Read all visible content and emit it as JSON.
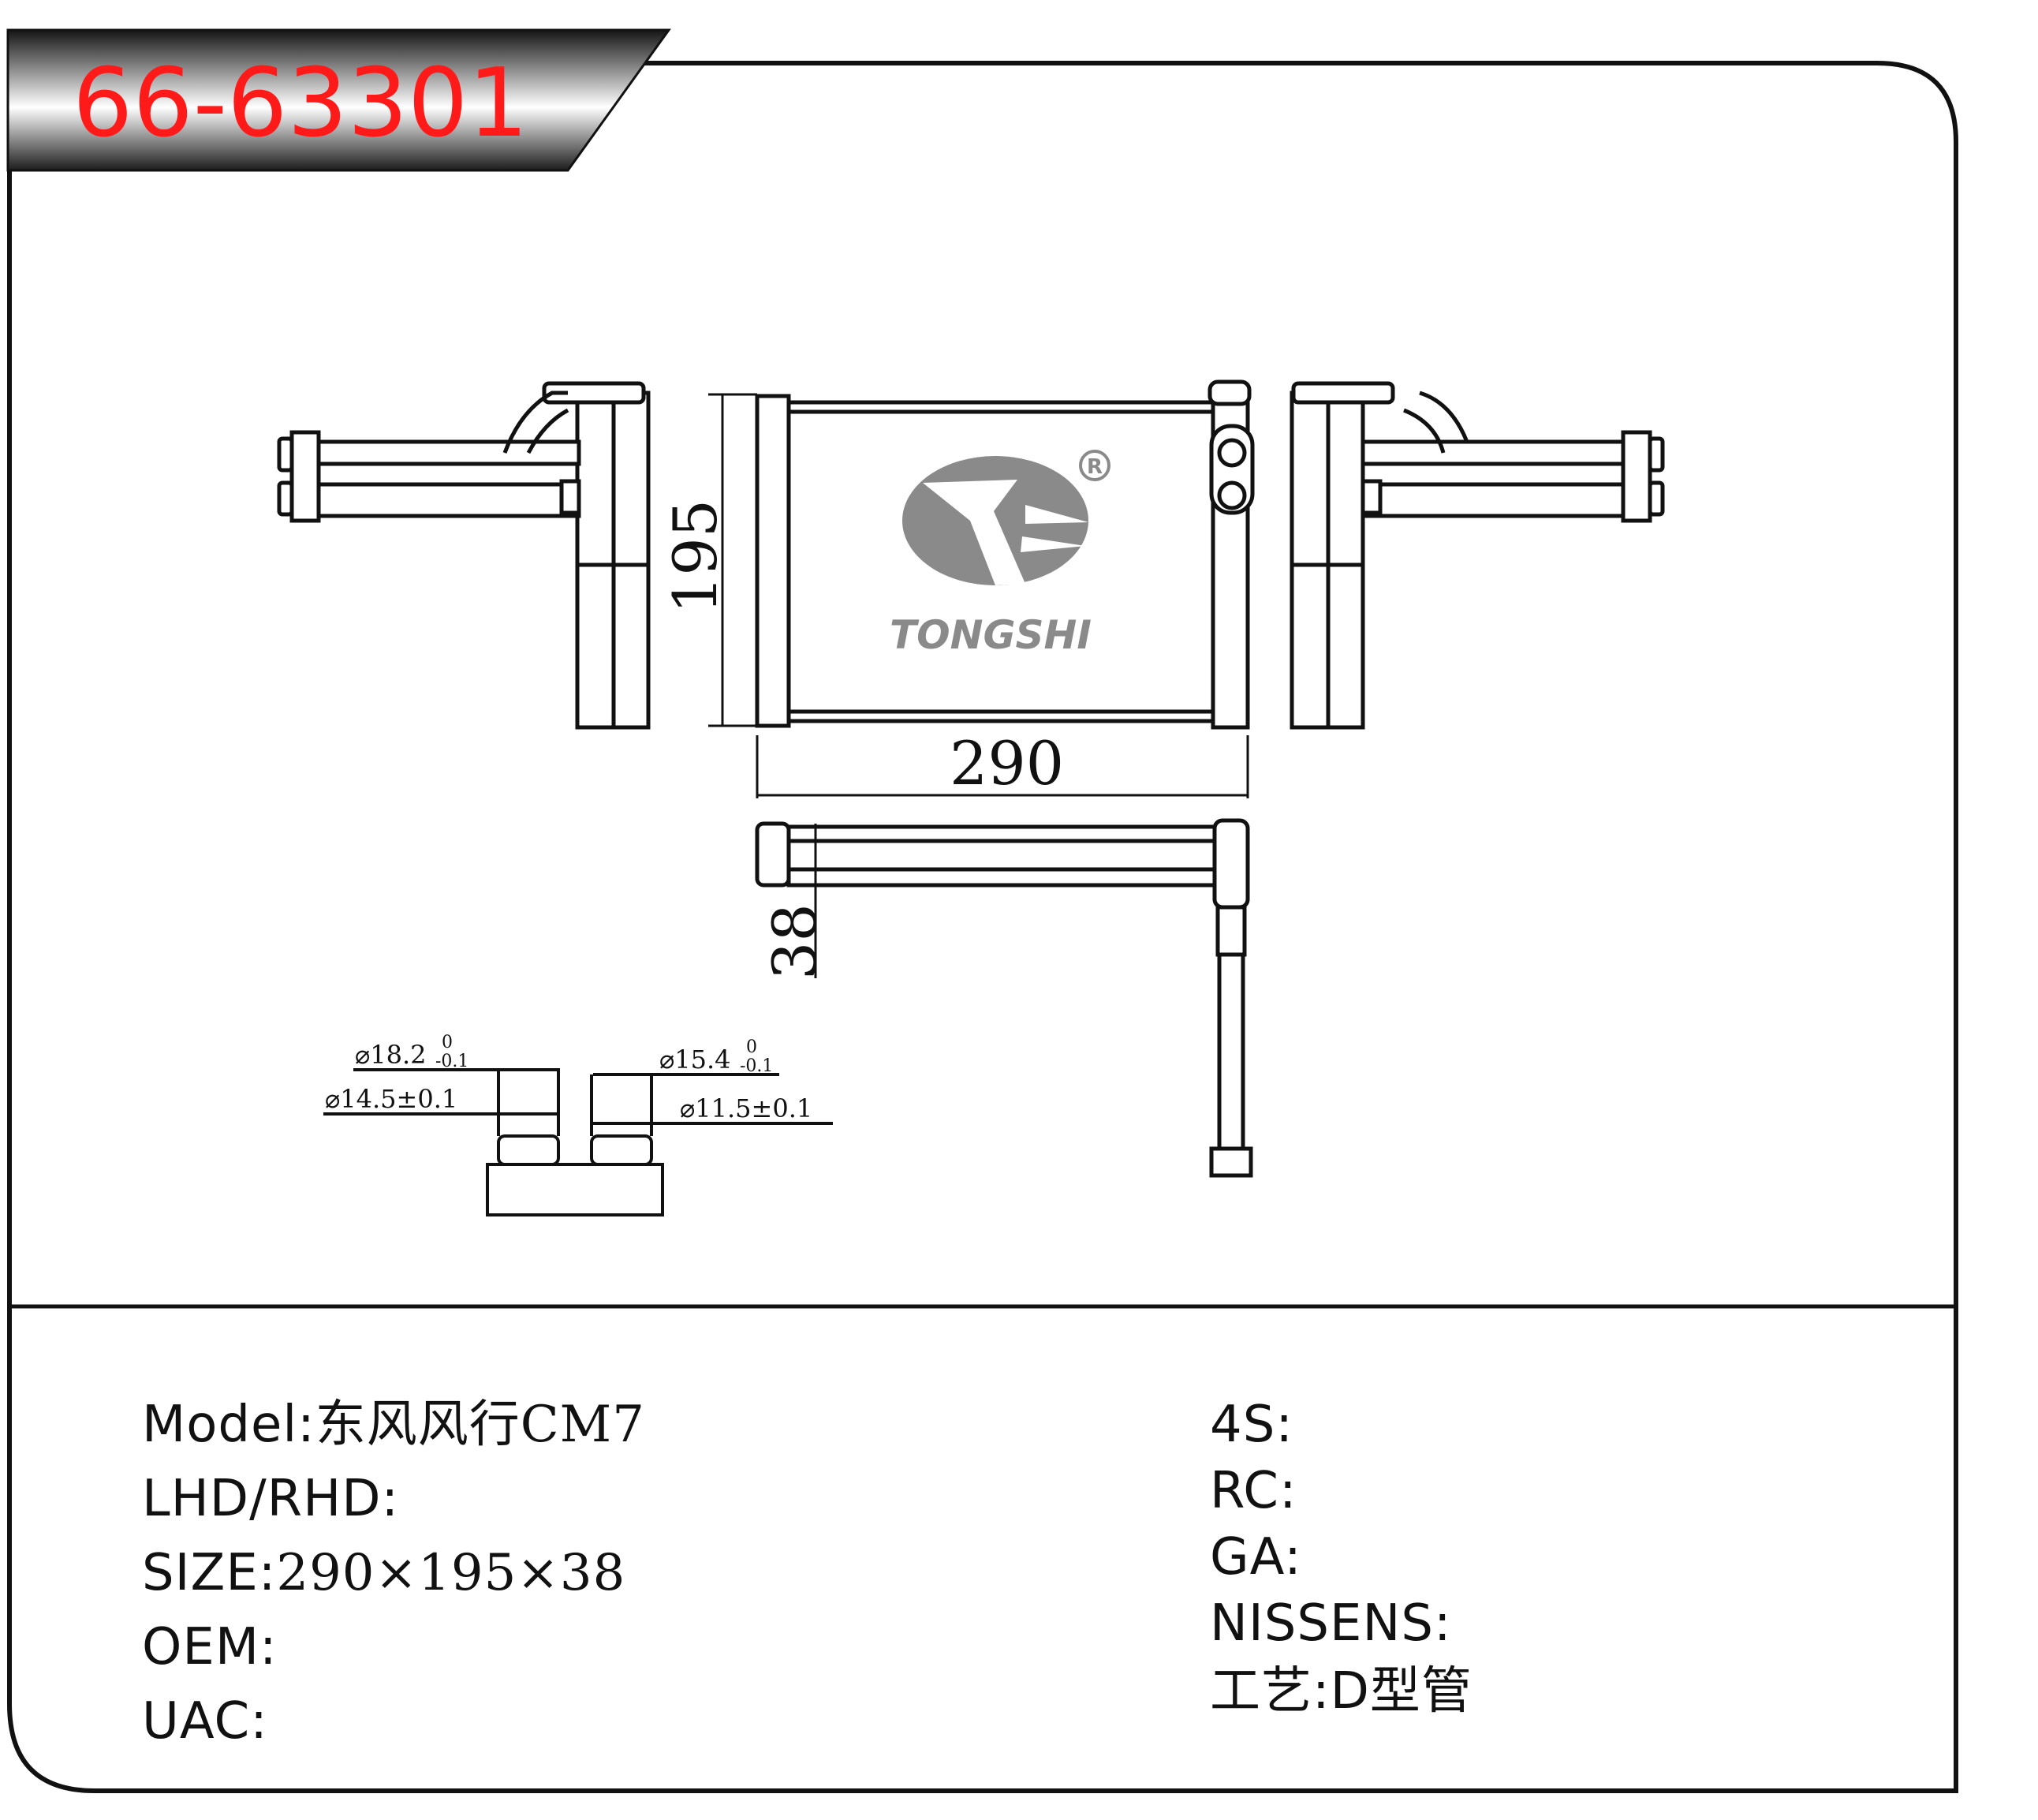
{
  "part_number": "66-63301",
  "brand": {
    "name": "TONGSHI",
    "registered_mark": "R",
    "logo": "tongshi-swirl-logo"
  },
  "dimensions": {
    "height": "195",
    "width": "290",
    "depth": "38"
  },
  "pipe_specs": {
    "outer_left": {
      "dia": "⌀18.2",
      "upper": "0",
      "lower": "-0.1"
    },
    "inner_left": "⌀14.5±0.1",
    "outer_right": {
      "dia": "⌀15.4",
      "upper": "0",
      "lower": "-0.1"
    },
    "inner_right": "⌀11.5±0.1"
  },
  "specs_left": [
    {
      "label": "Model:",
      "value": "东风风行CM7"
    },
    {
      "label": "LHD/RHD:",
      "value": ""
    },
    {
      "label": "SIZE:",
      "value": "290×195×38"
    },
    {
      "label": "OEM:",
      "value": ""
    },
    {
      "label": "UAC:",
      "value": ""
    }
  ],
  "specs_right": [
    {
      "label": "4S:",
      "value": ""
    },
    {
      "label": "RC:",
      "value": ""
    },
    {
      "label": "GA:",
      "value": ""
    },
    {
      "label": "NISSENS:",
      "value": ""
    },
    {
      "label": "工艺:",
      "value": "D型管"
    }
  ],
  "colors": {
    "part_number": "#ff1a1a",
    "banner_dark": "#1a1a1a",
    "banner_light": "#ffffff",
    "line": "#111111",
    "logo_gray": "#8a8a8a"
  }
}
